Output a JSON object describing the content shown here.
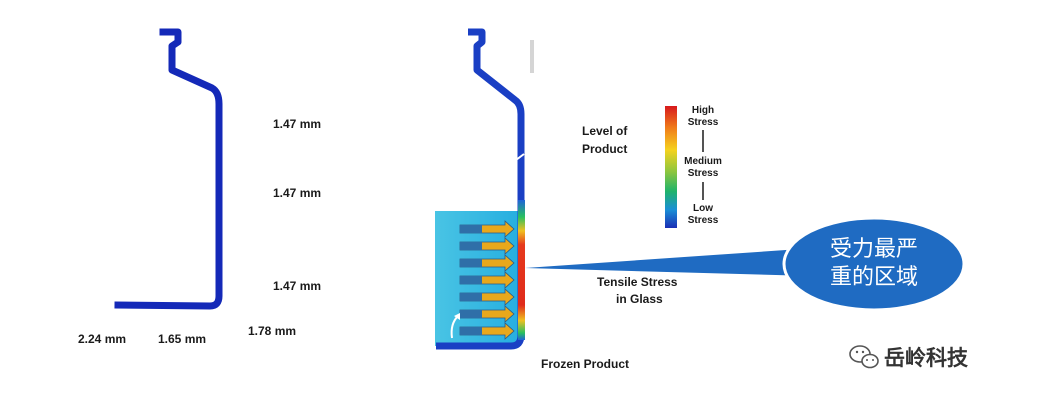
{
  "left_diagram": {
    "dimensions": {
      "wall_upper": "1.47 mm",
      "wall_middle": "1.47 mm",
      "wall_lower": "1.47 mm",
      "base_left": "2.24 mm",
      "base_center": "1.65 mm",
      "heel": "1.78 mm"
    }
  },
  "right_diagram": {
    "level_label_1": "Level of",
    "level_label_2": "Product",
    "tensile_label_1": "Tensile Stress",
    "tensile_label_2": "in Glass",
    "frozen_label": "Frozen Product"
  },
  "legend": {
    "high": [
      "High",
      "Stress"
    ],
    "medium": [
      "Medium",
      "Stress"
    ],
    "low": [
      "Low",
      "Stress"
    ],
    "colors": [
      "#d7191c",
      "#f07c1a",
      "#f5d21e",
      "#8cc63f",
      "#1fb36b",
      "#1a8fd6",
      "#1a2fb5"
    ]
  },
  "callout": {
    "line1": "受力最严",
    "line2": "重的区域",
    "color": "#1f6bc2"
  },
  "watermark": {
    "text": "岳岭科技",
    "icon": "wechat-icon"
  }
}
